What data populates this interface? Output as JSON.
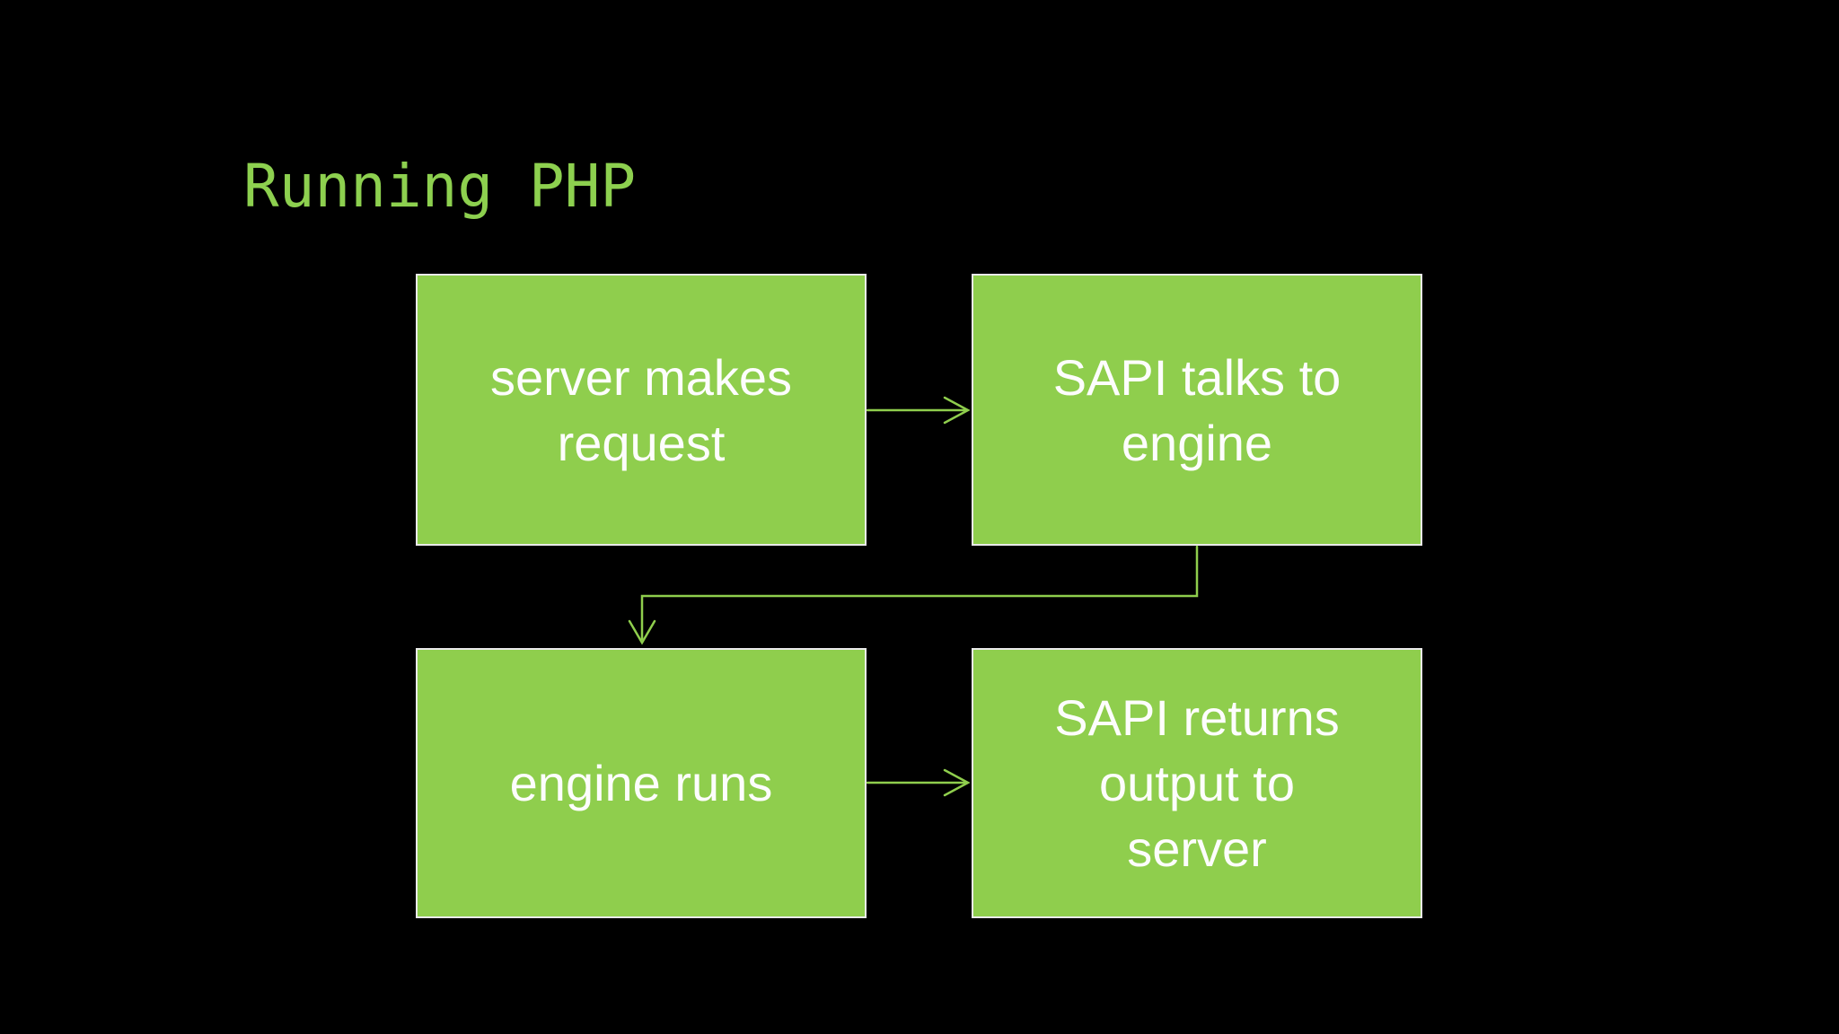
{
  "slide": {
    "title": "Running PHP",
    "boxes": [
      {
        "name": "server-makes-request",
        "label": "server makes\nrequest"
      },
      {
        "name": "sapi-talks-to-engine",
        "label": "SAPI talks to\nengine"
      },
      {
        "name": "engine-runs",
        "label": "engine runs"
      },
      {
        "name": "sapi-returns-output-to-server",
        "label": "SAPI returns\noutput to\nserver"
      }
    ],
    "connections": [
      {
        "from": "server-makes-request",
        "to": "sapi-talks-to-engine",
        "style": "straight-right-arrow"
      },
      {
        "from": "sapi-talks-to-engine",
        "to": "engine-runs",
        "style": "elbow-down-left-down-arrow"
      },
      {
        "from": "engine-runs",
        "to": "sapi-returns-output-to-server",
        "style": "straight-right-arrow"
      }
    ]
  },
  "colors": {
    "background": "#000000",
    "box_fill": "#8FCE4D",
    "box_border": "#EAEAEA",
    "box_text": "#FDFDFD",
    "title_text": "#8DD04F",
    "connector": "#8FCE4D"
  }
}
